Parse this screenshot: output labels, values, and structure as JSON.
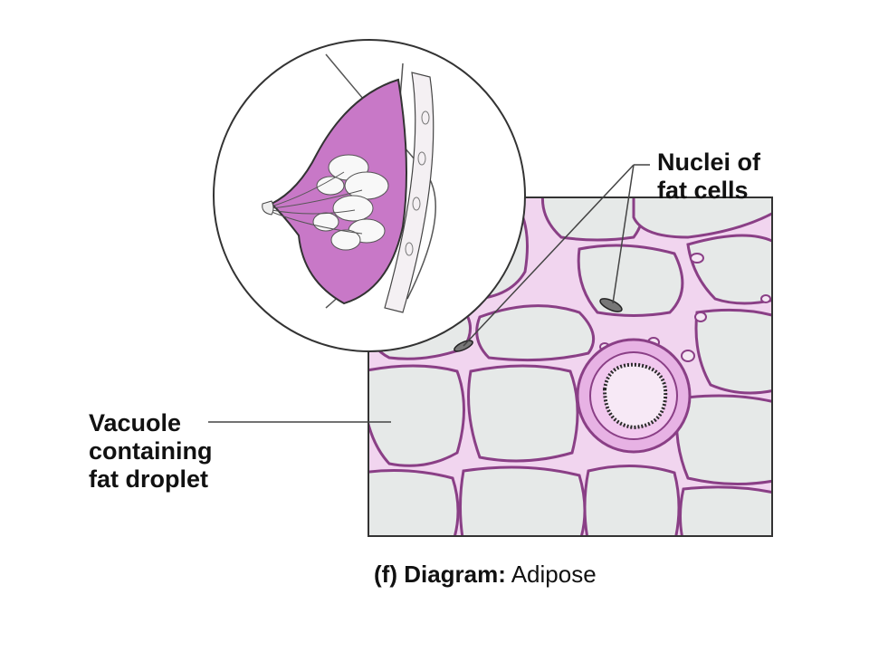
{
  "labels": {
    "nuclei_line1": "Nuclei of",
    "nuclei_line2": "fat cells",
    "vacuole_line1": "Vacuole",
    "vacuole_line2": "containing",
    "vacuole_line3": "fat droplet"
  },
  "caption": {
    "prefix": "(f) Diagram:",
    "tissue": "Adipose"
  },
  "colors": {
    "cell_membrane": "#c77fc3",
    "cell_interior": "#e5e8e7",
    "connective_pink": "#f1d5ef",
    "breast_tissue": "#c878c7",
    "outline": "#2a2a2a"
  }
}
